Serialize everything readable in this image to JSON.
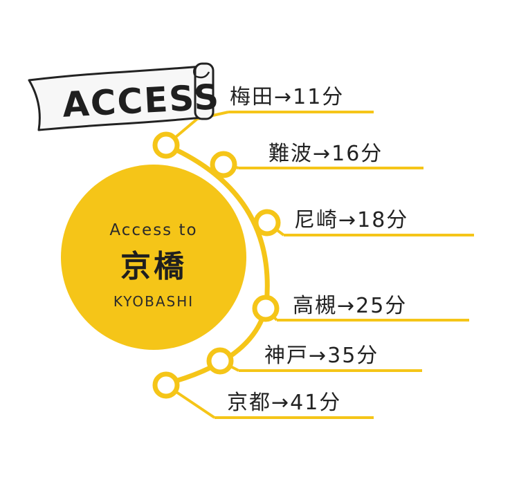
{
  "banner": {
    "text": "ACCESS"
  },
  "hub": {
    "subtitle": "Access to",
    "title": "京橋",
    "romaji": "KYOBASHI"
  },
  "colors": {
    "accent": "#f5c518",
    "line": "#f5c518",
    "text": "#222222",
    "banner_outline": "#222222",
    "banner_fill": "#f7f7f7"
  },
  "stations": [
    {
      "name": "梅田",
      "minutes": "11",
      "label": "梅田→11分"
    },
    {
      "name": "難波",
      "minutes": "16",
      "label": "難波→16分"
    },
    {
      "name": "尼崎",
      "minutes": "18",
      "label": "尼崎→18分"
    },
    {
      "name": "高槻",
      "minutes": "25",
      "label": "高槻→25分"
    },
    {
      "name": "神戸",
      "minutes": "35",
      "label": "神戸→35分"
    },
    {
      "name": "京都",
      "minutes": "41",
      "label": "京都→41分"
    }
  ]
}
